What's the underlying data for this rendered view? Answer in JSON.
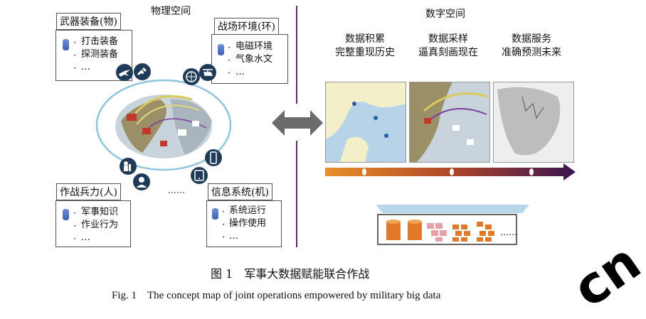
{
  "physical": {
    "title": "物理空间",
    "weapons": {
      "title": "武器装备(物)",
      "items": [
        "打击装备",
        "探测装备",
        "…"
      ]
    },
    "environment": {
      "title": "战场环境(环)",
      "items": [
        "电磁环境",
        "气象水文",
        "…"
      ]
    },
    "forces": {
      "title": "作战兵力(人)",
      "items": [
        "军事知识",
        "作业行为",
        "…"
      ]
    },
    "info": {
      "title": "信息系统(机)",
      "items": [
        "系统运行",
        "操作使用",
        "…"
      ]
    },
    "dots": "……"
  },
  "digital": {
    "title": "数字空间",
    "stages": [
      {
        "line1": "数据积累",
        "line2": "完整重现历史"
      },
      {
        "line1": "数据采样",
        "line2": "逼真刻画现在"
      },
      {
        "line1": "数据服务",
        "line2": "准确预测未来"
      }
    ],
    "storage_dots": "……"
  },
  "caption": {
    "cn": "图 1　军事大数据赋能联合作战",
    "en": "Fig. 1　The concept map of joint operations empowered by military big data"
  },
  "watermark": "cn",
  "colors": {
    "divider": "#5b2d6b",
    "timeline_start": "#e8912a",
    "timeline_mid": "#b0462a",
    "timeline_end": "#3a1450",
    "ellipse": "#8ec5e0",
    "icon": "#1f3b57",
    "storage_orange": "#e0792a",
    "storage_pink": "#e8a0a8"
  },
  "icons": [
    "fighter-jet-icon",
    "satellite-icon",
    "soldier-icon",
    "person-icon",
    "smartphone-icon",
    "tablet-icon",
    "database-icon"
  ]
}
